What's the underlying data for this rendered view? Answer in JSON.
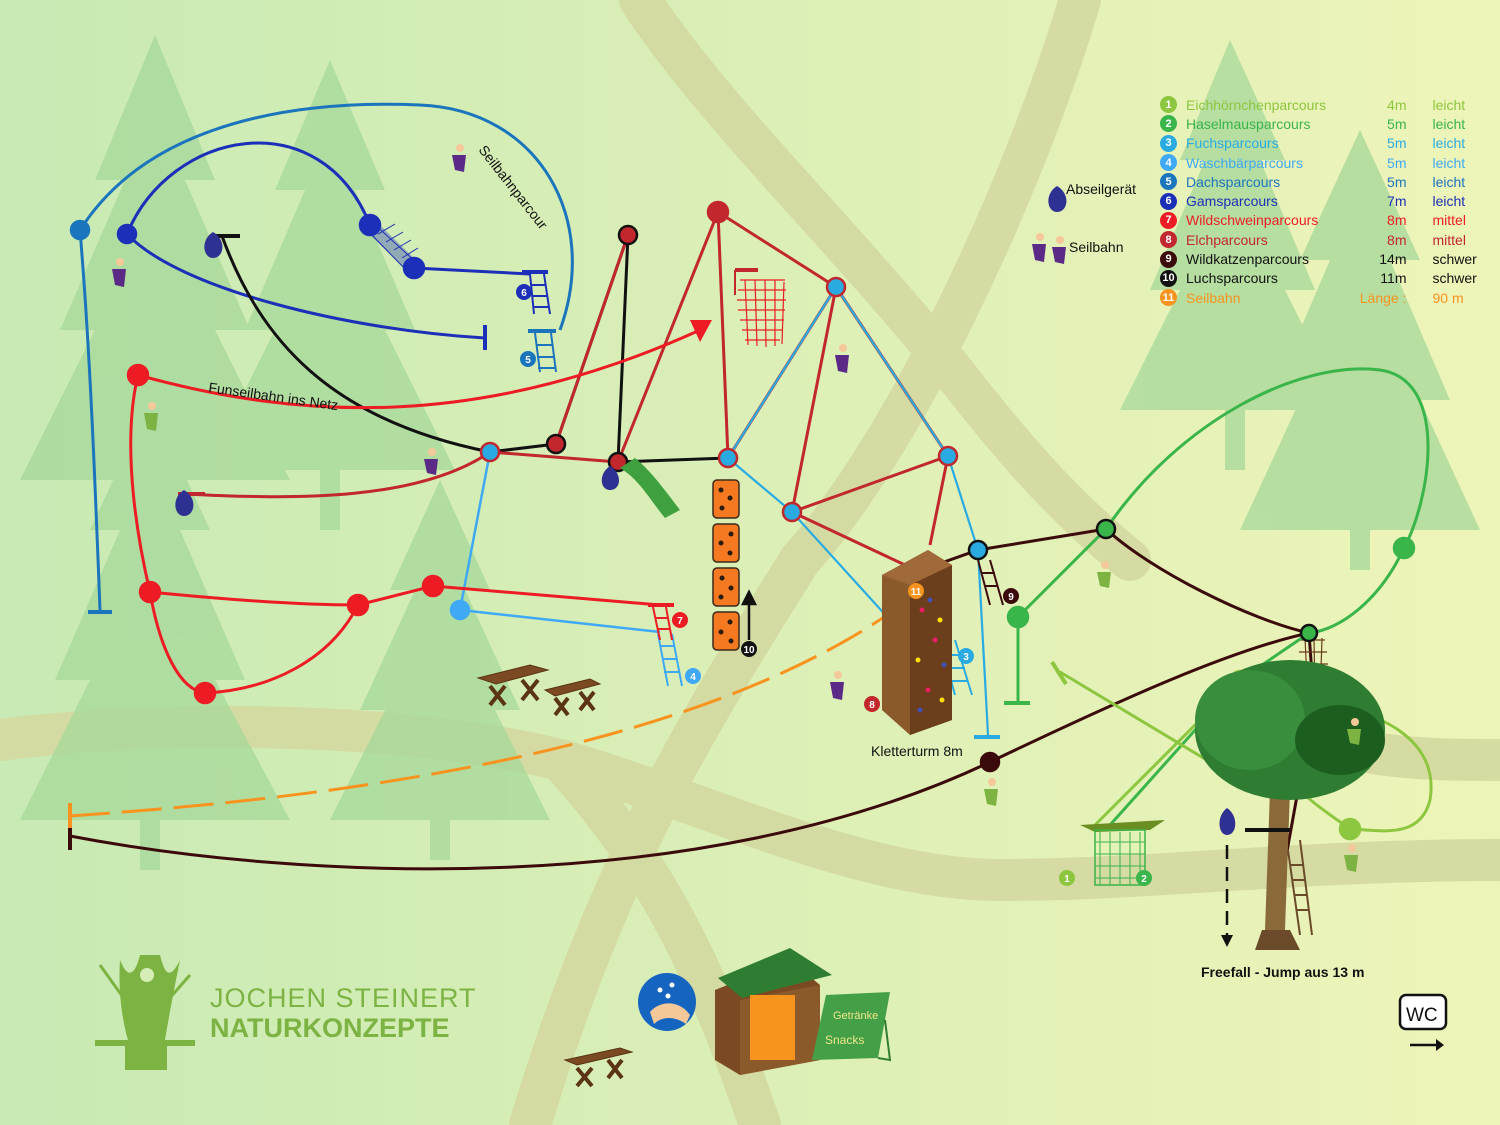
{
  "legend": [
    {
      "num": "1",
      "name": "Eichhörnchenparcours",
      "height": "4m",
      "level": "leicht",
      "color": "#8dc63f"
    },
    {
      "num": "2",
      "name": "Haselmausparcours",
      "height": "5m",
      "level": "leicht",
      "color": "#39b54a"
    },
    {
      "num": "3",
      "name": "Fuchsparcours",
      "height": "5m",
      "level": "leicht",
      "color": "#29abe2"
    },
    {
      "num": "4",
      "name": "Waschbärparcours",
      "height": "5m",
      "level": "leicht",
      "color": "#3fa9f5"
    },
    {
      "num": "5",
      "name": "Dachsparcours",
      "height": "5m",
      "level": "leicht",
      "color": "#1b75bc"
    },
    {
      "num": "6",
      "name": "Gamsparcours",
      "height": "7m",
      "level": "leicht",
      "color": "#1c2fb8"
    },
    {
      "num": "7",
      "name": "Wildschweinparcours",
      "height": "8m",
      "level": "mittel",
      "color": "#ed1c24"
    },
    {
      "num": "8",
      "name": "Elchparcours",
      "height": "8m",
      "level": "mittel",
      "color": "#c1272d"
    },
    {
      "num": "9",
      "name": "Wildkatzenparcours",
      "height": "14m",
      "level": "schwer",
      "color": "#3b0a0a"
    },
    {
      "num": "10",
      "name": "Luchsparcours",
      "height": "11m",
      "level": "schwer",
      "color": "#111111"
    },
    {
      "num": "11",
      "name": "Seilbahn",
      "height": "Länge :",
      "level": "90 m",
      "color": "#f7931e"
    }
  ],
  "icons": {
    "abseil": "Abseilgerät",
    "seilbahn": "Seilbahn"
  },
  "labels": {
    "seilbahnparcour": "Seilbahnparcour",
    "funseilbahn": "Funseilbahn ins Netz",
    "kletterturm": "Kletterturm 8m",
    "freefall": "Freefall - Jump aus 13 m",
    "wc": "WC",
    "getraenke": "Getränke",
    "snacks": "Snacks"
  },
  "brand": {
    "line1": "JOCHEN  STEINERT",
    "line2": "NATURKONZEPTE"
  },
  "colors": {
    "background": "#d6eeb5",
    "path": "#d4d9a0",
    "tree": "#a6d89a",
    "brand": "#7cb342"
  }
}
